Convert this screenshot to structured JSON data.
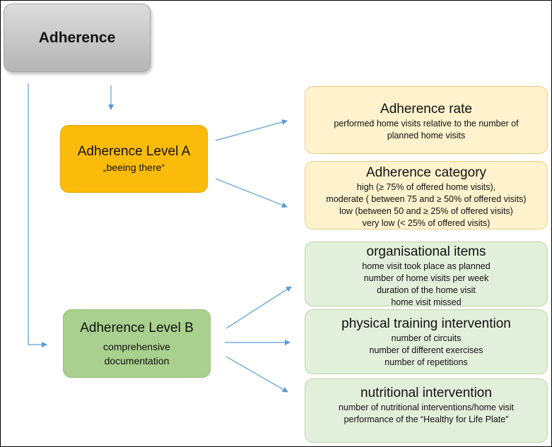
{
  "root": {
    "title": "Adherence"
  },
  "level_a": {
    "title": "Adherence Level A",
    "subtitle": "„beeing there“"
  },
  "level_b": {
    "title": "Adherence Level B",
    "lines": [
      "comprehensive",
      "documentation"
    ]
  },
  "cards": {
    "adherence_rate": {
      "title": "Adherence rate",
      "lines": [
        "performed home visits relative to the number of",
        "planned home visits"
      ]
    },
    "adherence_category": {
      "title": "Adherence category",
      "lines": [
        "high (≥ 75% of offered home visits),",
        "moderate ( between 75 and ≥ 50% of offered visits)",
        "low (between 50 and ≥ 25% of offered visits)",
        "very low (< 25% of offered visits)"
      ]
    },
    "organisational_items": {
      "title": "organisational items",
      "lines": [
        "home visit took place as planned",
        "number of home visits per week",
        "duration of the home visit",
        "home visit missed"
      ]
    },
    "physical_training": {
      "title": "physical training intervention",
      "lines": [
        "number of circuits",
        "number of different exercises",
        "number of repetitions"
      ]
    },
    "nutritional": {
      "title": "nutritional intervention",
      "lines": [
        "number of nutritional interventions/home visit",
        "performance of the “Healthy for Life Plate”"
      ]
    }
  },
  "colors": {
    "arrow": "#5b9bd5",
    "level_a": "#fbbb0b",
    "level_b": "#a9d08e",
    "yellow_card": "#fff2cc",
    "green_card": "#e2efda",
    "root": "#c8c8c8"
  }
}
